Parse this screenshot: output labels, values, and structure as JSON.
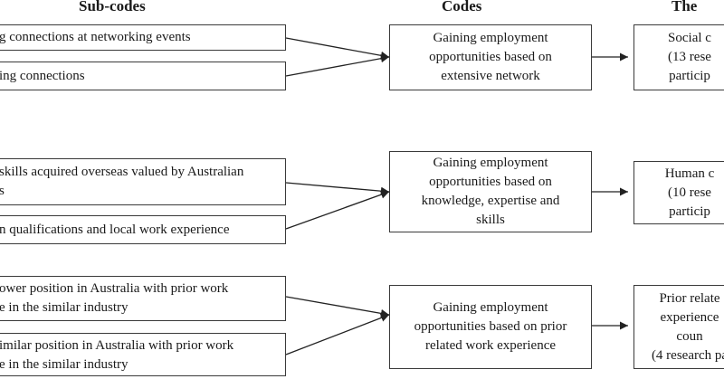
{
  "headers": {
    "subcodes": "Sub-codes",
    "codes": "Codes",
    "themes": "The"
  },
  "rows": [
    {
      "subcodes": [
        [
          "g connections at networking events"
        ],
        [
          "ing connections"
        ]
      ],
      "code": [
        "Gaining employment",
        "opportunities based on",
        "extensive network"
      ],
      "theme": [
        "Social c",
        "(13 rese",
        "particip"
      ]
    },
    {
      "subcodes": [
        [
          "skills acquired overseas valued by Australian",
          "s"
        ],
        [
          "n qualifications and local work experience"
        ]
      ],
      "code": [
        "Gaining employment",
        "opportunities based on",
        "knowledge, expertise and",
        "skills"
      ],
      "theme": [
        "Human c",
        "(10 rese",
        "particip"
      ]
    },
    {
      "subcodes": [
        [
          "ower position in Australia with prior work",
          "e in the similar industry"
        ],
        [
          "imilar position in Australia with prior work",
          "e in the similar industry"
        ]
      ],
      "code": [
        "Gaining employment",
        "opportunities based on prior",
        "related work experience"
      ],
      "theme": [
        "Prior relate",
        "experience",
        "coun",
        "(4 research pa"
      ]
    }
  ]
}
